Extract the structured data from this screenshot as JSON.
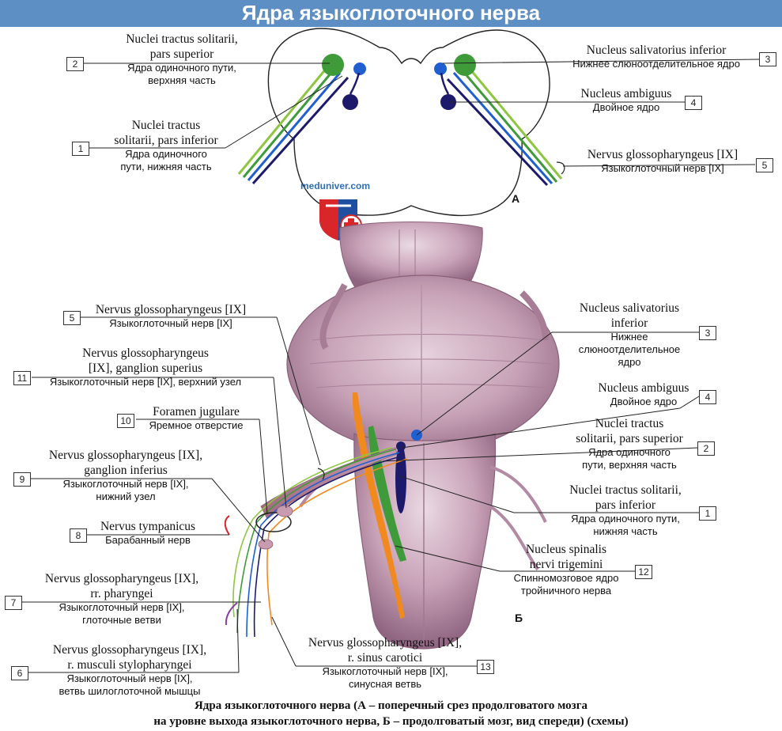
{
  "title": "Ядра языкоглоточного нерва",
  "watermark": "meduniver.com",
  "panel_a": "А",
  "panel_b": "Б",
  "labels_a": {
    "n2": {
      "num": "2",
      "lat1": "Nuclei tractus solitarii,",
      "lat2": "pars superior",
      "rus1": "Ядра одиночного пути,",
      "rus2": "верхняя часть"
    },
    "n1": {
      "num": "1",
      "lat1": "Nuclei tractus",
      "lat2": "solitarii, pars inferior",
      "rus1": "Ядра одиночного",
      "rus2": "пути, нижняя часть"
    },
    "n3": {
      "num": "3",
      "lat1": "Nucleus salivatorius inferior",
      "rus1": "Нижнее слюноотделительное ядро"
    },
    "n4": {
      "num": "4",
      "lat1": "Nucleus ambiguus",
      "rus1": "Двойное ядро"
    },
    "n5": {
      "num": "5",
      "lat1": "Nervus glossopharyngeus [IX]",
      "rus1": "Языкоглоточный нерв [IX]"
    }
  },
  "labels_b": {
    "n5": {
      "num": "5",
      "lat1": "Nervus glossopharyngeus [IX]",
      "rus1": "Языкоглоточный нерв [IX]"
    },
    "n11": {
      "num": "11",
      "lat1": "Nervus glossopharyngeus",
      "lat2": "[IX], ganglion superius",
      "rus1": "Языкоглоточный нерв [IX], верхний узел"
    },
    "n10": {
      "num": "10",
      "lat1": "Foramen jugulare",
      "rus1": "Яремное отверстие"
    },
    "n9": {
      "num": "9",
      "lat1": "Nervus glossopharyngeus [IX],",
      "lat2": "ganglion inferius",
      "rus1": "Языкоглоточный нерв [IX],",
      "rus2": "нижний узел"
    },
    "n8": {
      "num": "8",
      "lat1": "Nervus tympanicus",
      "rus1": "Барабанный нерв"
    },
    "n7": {
      "num": "7",
      "lat1": "Nervus glossopharyngeus [IX],",
      "lat2": "rr. pharyngei",
      "rus1": "Языкоглоточный нерв [IX],",
      "rus2": "глоточные ветви"
    },
    "n6": {
      "num": "6",
      "lat1": "Nervus glossopharyngeus [IX],",
      "lat2": "r. musculi stylopharyngei",
      "rus1": "Языкоглоточный нерв [IX],",
      "rus2": "ветвь шилоглоточной мышцы"
    },
    "n3": {
      "num": "3",
      "lat1": "Nucleus salivatorius",
      "lat2": "inferior",
      "rus1": "Нижнее",
      "rus2": "слюноотделительное",
      "rus3": "ядро"
    },
    "n4": {
      "num": "4",
      "lat1": "Nucleus ambiguus",
      "rus1": "Двойное ядро"
    },
    "n2": {
      "num": "2",
      "lat1": "Nuclei tractus",
      "lat2": "solitarii, pars superior",
      "rus1": "Ядра одиночного",
      "rus2": "пути, верхняя часть"
    },
    "n1": {
      "num": "1",
      "lat1": "Nuclei tractus solitarii,",
      "lat2": "pars inferior",
      "rus1": "Ядра одиночного пути,",
      "rus2": "нижняя часть"
    },
    "n12": {
      "num": "12",
      "lat1": "Nucleus spinalis",
      "lat2": "nervi trigemini",
      "rus1": "Спинномозговое ядро",
      "rus2": "тройничного нерва"
    },
    "n13": {
      "num": "13",
      "lat1": "Nervus glossopharyngeus [IX],",
      "lat2": "r. sinus carotici",
      "rus1": "Языкоглоточный нерв [IX],",
      "rus2": "синусная ветвь"
    }
  },
  "caption": {
    "line1": "Ядра языкоглоточного нерва (А – поперечный срез продолговатого мозга",
    "line2": "на уровне выхода языкоглоточного нерва, Б – продолговатый мозг, вид спереди) (схемы)"
  },
  "colors": {
    "banner": "#5d8fc4",
    "green_nucleus": "#3f9a3a",
    "blue_nucleus": "#1f5fcf",
    "navy_nucleus": "#1d1a6b",
    "orange_nucleus": "#f08a1f",
    "brain_pink": "#c9a3b8"
  }
}
